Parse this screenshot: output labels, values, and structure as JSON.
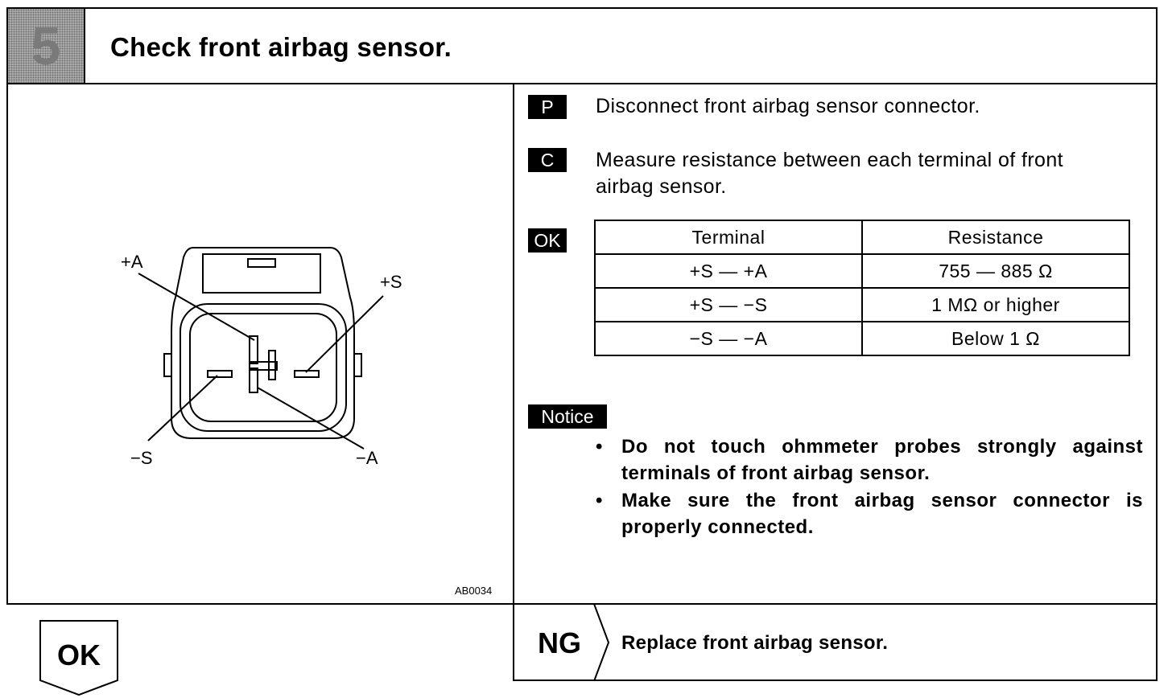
{
  "header": {
    "step_number": "5",
    "title": "Check front airbag sensor."
  },
  "figure": {
    "code": "AB0034",
    "labels": {
      "plus_a": "+A",
      "plus_s": "+S",
      "minus_s": "−S",
      "minus_a": "−A"
    }
  },
  "steps": [
    {
      "tag": "P",
      "text_lines": [
        "Disconnect front airbag sensor connector."
      ]
    },
    {
      "tag": "C",
      "text_lines": [
        "Measure resistance between each terminal of front",
        "airbag sensor."
      ]
    }
  ],
  "ok_spec": {
    "tag": "OK",
    "columns": [
      "Terminal",
      "Resistance"
    ],
    "rows": [
      [
        "+S — +A",
        "755 — 885 Ω"
      ],
      [
        "+S — −S",
        "1 MΩ or higher"
      ],
      [
        "−S — −A",
        "Below 1 Ω"
      ]
    ]
  },
  "notice": {
    "tag": "Notice",
    "items": [
      "Do not touch ohmmeter probes strongly against terminals of front airbag sensor.",
      "Make sure the front airbag sensor connector is properly connected."
    ]
  },
  "results": {
    "ok_label": "OK",
    "ng_label": "NG",
    "ng_action": "Replace front airbag sensor."
  }
}
